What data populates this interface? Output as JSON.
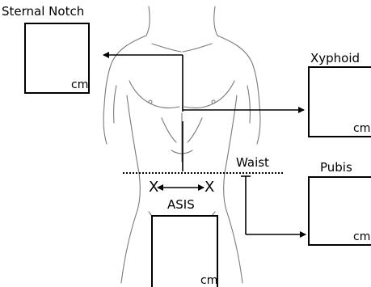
{
  "labels": {
    "sternal_notch": "Sternal Notch",
    "xyphoid": "Xyphoid",
    "waist": "Waist",
    "pubis": "Pubis",
    "asis": "ASIS",
    "asis_marker": "X"
  },
  "boxes": {
    "sternal_notch_unit": "cm",
    "xyphoid_unit": "cm",
    "pubis_unit": "cm",
    "asis_unit": "cm"
  }
}
